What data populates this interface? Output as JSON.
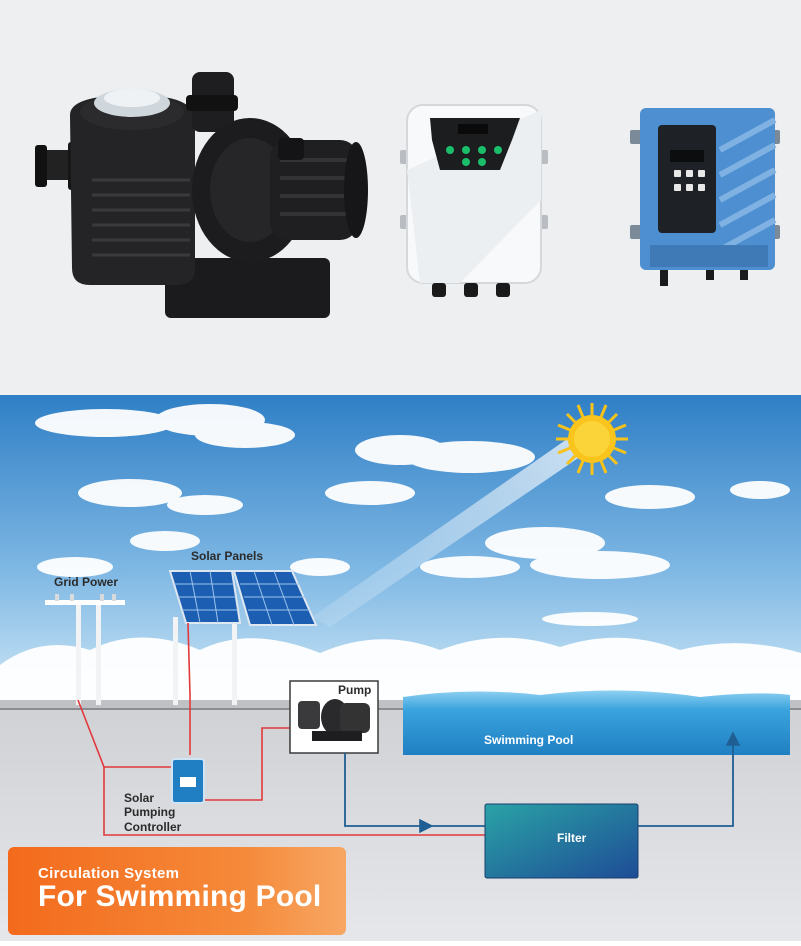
{
  "products": {
    "pump_name": "pool-pump",
    "controller_white_name": "white-solar-controller",
    "controller_blue_name": "blue-solar-controller"
  },
  "diagram": {
    "labels": {
      "solar_panels": "Solar Panels",
      "grid_power": "Grid Power",
      "pump": "Pump",
      "swimming_pool": "Swimming Pool",
      "filter": "Filter",
      "controller_line1": "Solar",
      "controller_line2": "Pumping",
      "controller_line3": "Controller"
    },
    "banner": {
      "subtitle": "Circulation System",
      "title": "For Swimming Pool"
    }
  },
  "colors": {
    "sky_top": "#2f7fc6",
    "sky_bottom": "#bfe0f5",
    "ground": "#dcdde0",
    "pool": "#3aa3de",
    "filter": "#1a6f9a",
    "power_wire": "#e2393b",
    "water_pipe": "#1f5f93",
    "sun": "#f7c21a",
    "banner": "#f46a1c"
  }
}
